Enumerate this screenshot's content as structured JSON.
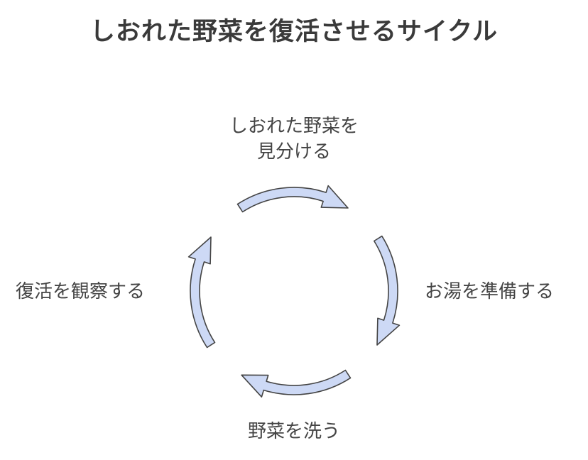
{
  "title": "しおれた野菜を復活させるサイクル",
  "steps": [
    {
      "line1": "しおれた野菜を",
      "line2": "見分ける"
    },
    {
      "text": "お湯を準備する"
    },
    {
      "text": "野菜を洗う"
    },
    {
      "text": "復活を観察する"
    }
  ],
  "colors": {
    "arrow_fill": "#cdd9f5",
    "arrow_stroke": "#444444",
    "title": "#3a3a3a",
    "text": "#444444"
  }
}
